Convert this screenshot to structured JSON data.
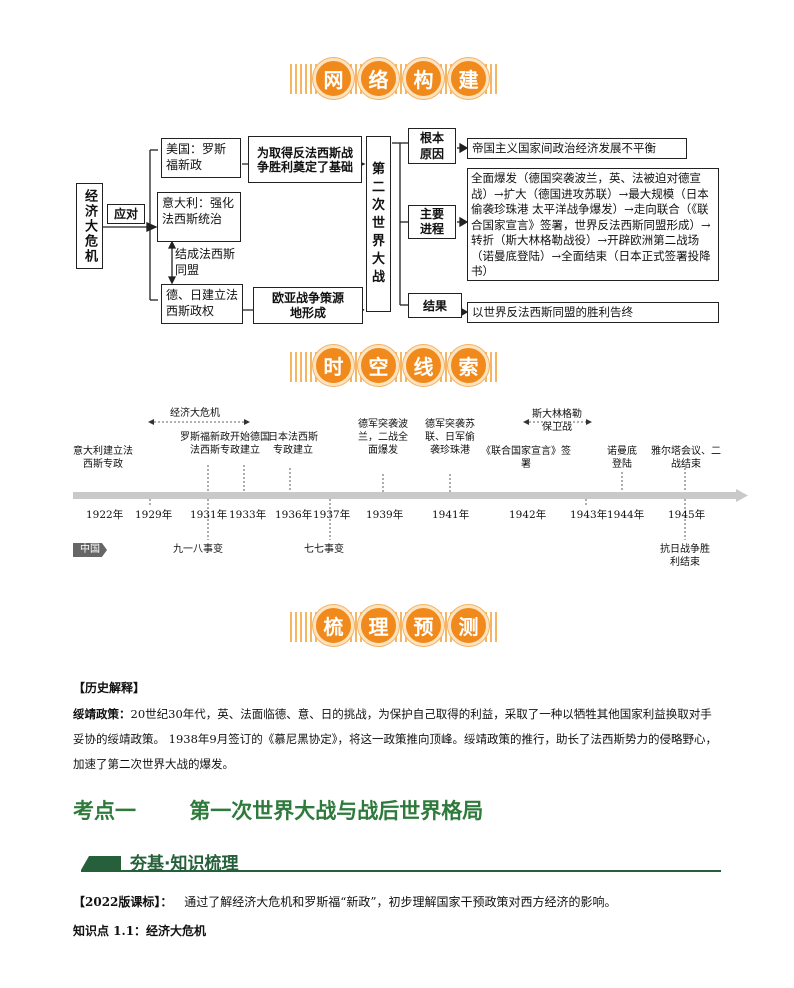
{
  "banners": {
    "network": [
      "网",
      "络",
      "构",
      "建"
    ],
    "timeline": [
      "时",
      "空",
      "线",
      "索"
    ],
    "review": [
      "梳",
      "理",
      "预",
      "测"
    ]
  },
  "mindmap": {
    "root": "经济大危机",
    "respond": "应对",
    "usa": "美国：罗斯福新政",
    "italy": "意大利：强化法西斯统治",
    "alliance": "结成法西斯同盟",
    "ger_jp": "德、日建立法西斯政权",
    "foundation": "为取得反法西斯战争胜利奠定了基础",
    "source": "欧亚战争策源地形成",
    "center": "第二次世界大战",
    "cause_label": "根本原因",
    "cause": "帝国主义国家间政治经济发展不平衡",
    "process_label": "主要进程",
    "process": "全面爆发（德国突袭波兰，英、法被迫对德宣战）→扩大（德国进攻苏联）→最大规模（日本偷袭珍珠港 太平洋战争爆发）→走向联合（《联合国家宣言》签署，世界反法西斯同盟形成）→转折（斯大林格勒战役）→开辟欧洲第二战场（诺曼底登陆）→全面结束（日本正式签署投降书）",
    "result_label": "结果",
    "result": "以世界反法西斯同盟的胜利告终"
  },
  "timeline": {
    "crisis": "经济大危机",
    "events_above": [
      "意大利建立法西斯专政",
      "罗斯福新政开始德国法西斯专政建立",
      "日本法西斯专政建立",
      "德军突袭波兰，二战全面爆发",
      "德军突袭苏联、日军偷袭珍珠港",
      "《联合国家宣言》签署",
      "斯大林格勒保卫战",
      "诺曼底登陆",
      "雅尔塔会议、二战结束"
    ],
    "years": [
      "1922年",
      "1929年",
      "1931年",
      "1933年",
      "1936年",
      "1937年",
      "1939年",
      "1941年",
      "1942年",
      "1943年",
      "1944年",
      "1945年"
    ],
    "china_label": "中国",
    "events_below": [
      "九一八事变",
      "七七事变",
      "抗日战争胜利结束"
    ]
  },
  "history": {
    "heading": "【历史解释】",
    "term": "绥靖政策：",
    "body": "20世纪30年代，英、法面临德、意、日的挑战，为保护自己取得的利益，采取了一种以牺牲其他国家利益换取对手妥协的绥靖政策。 1938年9月签订的《慕尼黑协定》，将这一政策推向顶峰。绥靖政策的推行，助长了法西斯势力的侵略野心，加速了第二次世界大战的爆发。"
  },
  "section": {
    "title": "考点一",
    "name": "第一次世界大战与战后世界格局",
    "sub": "夯基·知识梳理",
    "standard_label": "【2022版课标】：",
    "standard": "通过了解经济大危机和罗斯福“新政”，初步理解国家干预政策对西方经济的影响。",
    "knowledge": "知识点 1.1：经济大危机"
  },
  "colors": {
    "orange": "#f08a1c",
    "green": "#2e7a3c",
    "dark_green": "#25603a"
  }
}
